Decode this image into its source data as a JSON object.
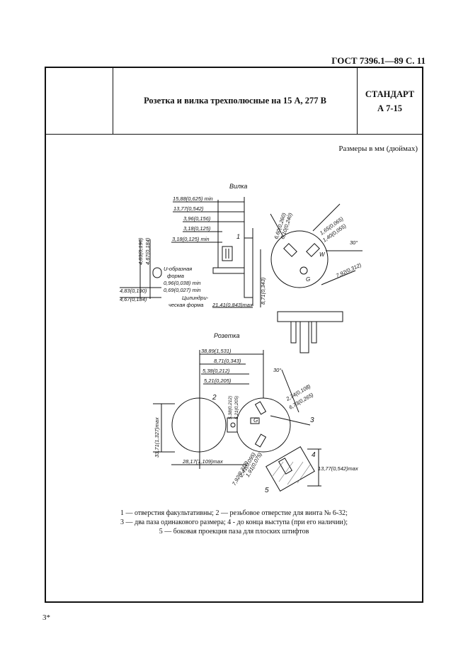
{
  "header": {
    "standard_ref": "ГОСТ 7396.1—89 С. 11"
  },
  "title_block": {
    "title": "Розетка и вилка трехполюсные на 15 А, 277 В",
    "standard_label": "СТАНДАРТ",
    "standard_code": "А 7-15"
  },
  "units_note": "Размеры в мм (дюймах)",
  "plug": {
    "label": "Вилка",
    "dims": {
      "d1": "15,88(0,625) min",
      "d2": "13,77(0,542)",
      "d3": "3,96(0,156)",
      "d4": "3,18(0,125)",
      "d5": "3,18(0,125) min",
      "d6": "4,83(0,190)",
      "d7": "4,67(0,184)",
      "d8": "0,96(0,038) min",
      "d9": "0,69(0,027) min",
      "d10": "4,83(0,190)",
      "d11": "4,67(0,184)",
      "d12": "21,41(0,843)max",
      "d13": "8,71(0,343)",
      "d14": "6,60(0,260)",
      "d15": "6,10(0,240)",
      "d16": "1,65(0,065)",
      "d17": "1,40(0,055)",
      "d18": "7,92(0,312)",
      "angle": "30°"
    },
    "notes": {
      "u_form_1": "U-образная",
      "u_form_2": "форма",
      "cyl_form_1": "Цилиндри-",
      "cyl_form_2": "ческая форма"
    },
    "pin_labels": {
      "w": "W",
      "g": "G"
    },
    "callout_1": "1"
  },
  "socket": {
    "label": "Розетка",
    "dims": {
      "d1": "38,89(1,531)",
      "d2": "8,71(0,343)",
      "d3": "5,38(0,212)",
      "d4": "5,21(0,205)",
      "d5": "5,38(0,212)",
      "d6": "5,21(0,205)",
      "d7": "2,74(0,108)",
      "d8": "6,73(0,265)",
      "d9": "33,71(1,327)max",
      "d10": "28,17(1,109)max",
      "d11": "7,92(0,312)",
      "d12": "2,41(0,095)",
      "d13": "1,91(0,075)",
      "d14": "13,77(0,542)max",
      "angle": "30°"
    },
    "pin_label": "G",
    "callouts": {
      "c2": "2",
      "c3": "3",
      "c4": "4",
      "c5": "5"
    }
  },
  "legend": {
    "line1": "1 — отверстия факультативны; 2 — резьбовое отверстие для винта № 6-32;",
    "line2": "3 — два паза одинакового размера; 4 - до конца выступа (при его наличии);",
    "line3": "5 — боковая проекция паза для плоских штифтов"
  },
  "page_mark": "3*"
}
